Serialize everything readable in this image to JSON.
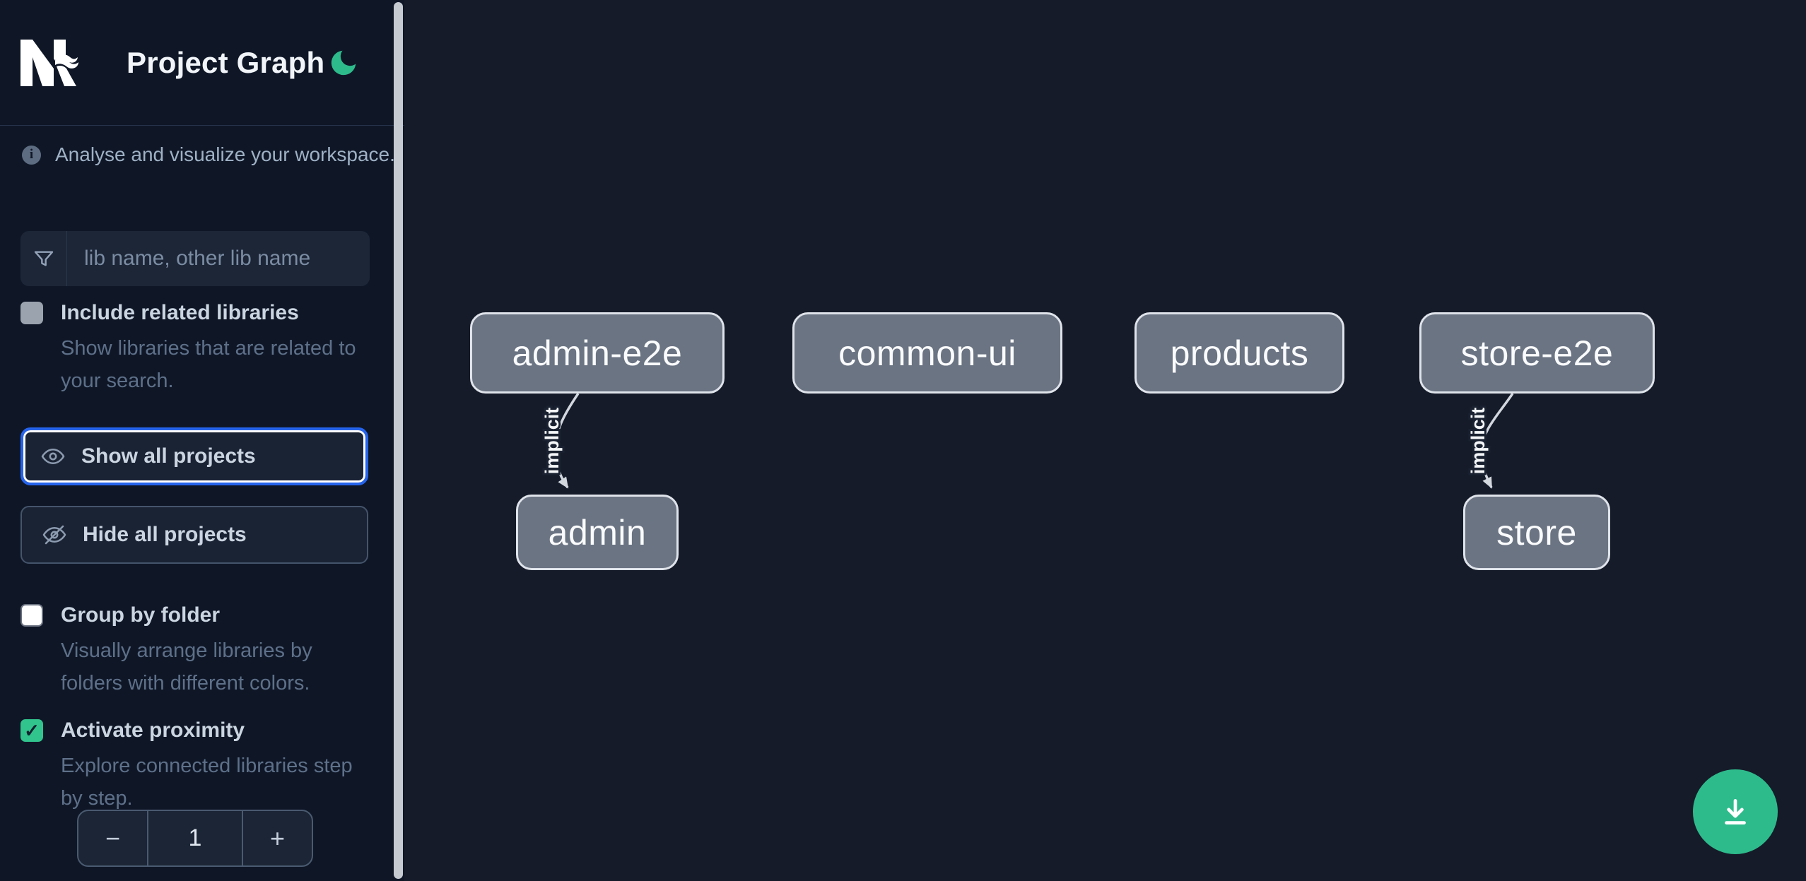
{
  "header": {
    "title": "Project Graph"
  },
  "sidebar": {
    "tagline": "Analyse and visualize your workspace.",
    "search": {
      "placeholder": "lib name, other lib name",
      "value": ""
    },
    "options": [
      {
        "label": "Include related libraries",
        "description": "Show libraries that are related to your search.",
        "checked": false
      },
      {
        "label": "Group by folder",
        "description": "Visually arrange libraries by folders with different colors.",
        "checked": false
      },
      {
        "label": "Activate proximity",
        "description": "Explore connected libraries step by step.",
        "checked": true
      }
    ],
    "buttons": {
      "show_all": "Show all projects",
      "hide_all": "Hide all projects"
    },
    "proximity_stepper": {
      "decrement": "−",
      "value": "1",
      "increment": "+"
    }
  },
  "graph": {
    "nodes": [
      {
        "label": "admin-e2e"
      },
      {
        "label": "common-ui"
      },
      {
        "label": "products"
      },
      {
        "label": "store-e2e"
      },
      {
        "label": "admin"
      },
      {
        "label": "store"
      }
    ],
    "edges": [
      {
        "from": "admin-e2e",
        "to": "admin",
        "label": "implicit"
      },
      {
        "from": "store-e2e",
        "to": "store",
        "label": "implicit"
      }
    ]
  },
  "icons": {
    "logo": "nx-logo",
    "theme_toggle": "moon-icon",
    "tagline": "info-icon",
    "search": "funnel-icon",
    "show_all": "eye-icon",
    "hide_all": "eye-slash-icon",
    "fab": "download-icon"
  },
  "colors": {
    "sidebar_bg": "#0F1727",
    "canvas_bg": "#151B29",
    "accent_green": "#2EBB8C",
    "checked_green": "#31C48D",
    "focus_blue": "#2563EB",
    "node_fill": "#6B7483",
    "node_border": "#DFE3EA"
  }
}
